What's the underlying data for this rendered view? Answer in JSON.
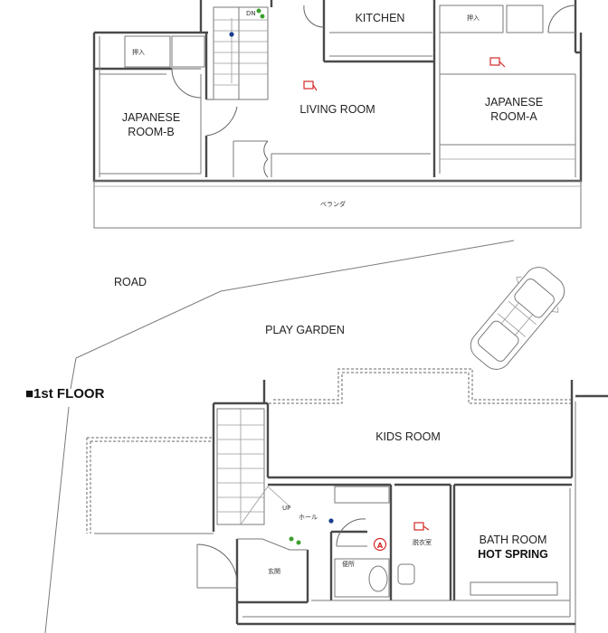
{
  "upper_floor": {
    "rooms": {
      "kitchen": "KITCHEN",
      "living_room": "LIVING ROOM",
      "japanese_room_a_line1": "JAPANESE",
      "japanese_room_a_line2": "ROOM-A",
      "japanese_room_b_line1": "JAPANESE",
      "japanese_room_b_line2": "ROOM-B",
      "closet_left": "押入",
      "closet_right": "押入",
      "veranda": "ベランダ",
      "stair_mark": "DN"
    }
  },
  "site": {
    "road": "ROAD",
    "play_garden": "PLAY GARDEN"
  },
  "first_floor": {
    "title": "■1st FLOOR",
    "rooms": {
      "kids_room": "KIDS ROOM",
      "hall": "ホール",
      "entrance": "玄関",
      "toilet": "便所",
      "dressing_room": "脱衣室",
      "bath_room": "BATH ROOM",
      "hot_spring": "HOT SPRING",
      "stair_mark": "UP",
      "marker_a": "A"
    }
  },
  "colors": {
    "wall": "#4a4a4a",
    "marker": "#d62828",
    "plant": "#3aa02c",
    "dot": "#1a3d8f"
  }
}
